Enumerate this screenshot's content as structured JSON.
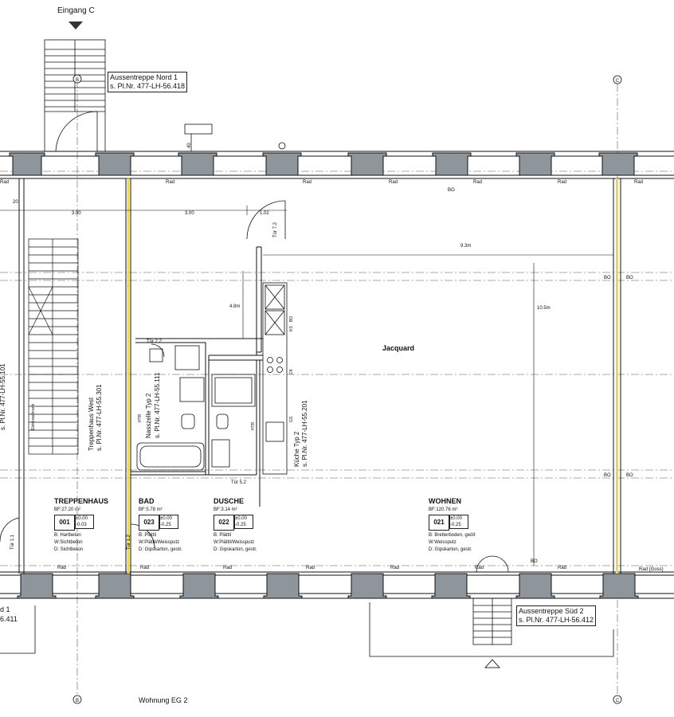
{
  "labels": {
    "entrance_top": "Eingang C",
    "stair_north_line1": "Aussentreppe Nord 1",
    "stair_north_line2": "s. Pl.Nr. 477-LH-56.418",
    "stair_south_line1": "Aussentreppe Süd 2",
    "stair_south_line2": "s. Pl.Nr. 477-LH-56.412",
    "apartment": "Wohnung EG 2",
    "jacquard": "Jacquard",
    "left_cut_1": "d 1",
    "left_cut_2": "6.411"
  },
  "axes": {
    "b": "B",
    "c": "C"
  },
  "dims": {
    "d1": "20",
    "d2": "3.00",
    "d3": "3.00",
    "d4": "1.02",
    "d5": "9.3m",
    "d6": "4.8m",
    "d7": "10.5m",
    "d8": "40"
  },
  "doors": {
    "t72": "Tür 7.2",
    "t22": "Tür 2.2",
    "t52": "Tür 5.2",
    "t11": "Tür 1.1",
    "t12": "Tür 1.2"
  },
  "vertical_labels": {
    "left_partial": "s. Pl.Nr. 477-LH-55.101",
    "treppenhaus_1": "Treppenhaus West",
    "treppenhaus_2": "s. Pl.Nr. 477-LH-55.301",
    "nass_1": "Nasszelle Typ 2",
    "nass_2": "s. Pl.Nr. 477-LH-55.111",
    "kueche_1": "Küche Typ 2",
    "kueche_2": "s. Pl.Nr. 477-LH-55.201",
    "elektro": "Elektroschrank",
    "htr1": "HTR",
    "htr2": "HTR",
    "ks": "KS",
    "gs": "GS",
    "bo": "BO",
    "ck": "CK"
  },
  "rad": {
    "r1": "Rad",
    "r2": "Rad",
    "r3": "Rad",
    "r4": "Rad",
    "r5": "Rad",
    "r6": "Rad",
    "r7": "Rad",
    "r8": "Rad",
    "r9": "Rad",
    "r10": "Rad",
    "r11": "Rad",
    "r12": "Rad",
    "r13": "Rad",
    "r14": "Rad",
    "r15": "Rad (Guss)"
  },
  "tags": {
    "bo1": "BO",
    "bo2": "BO",
    "bo3": "BO",
    "bo4": "BO",
    "bo5": "BO",
    "bo6": "BO"
  },
  "rooms": [
    {
      "name": "TREPPENHAUS",
      "bf": "BF:27.20 m²",
      "num": "001",
      "lvl1": "±0.00",
      "lvl2": "-0.03",
      "b": "B: Hartbeton",
      "w": "W:Sichtbeton",
      "d": "D: Sichtbeton"
    },
    {
      "name": "BAD",
      "bf": "BF:5.78 m²",
      "num": "023",
      "lvl1": "±0.00",
      "lvl2": "-0.25",
      "b": "B: Plättli",
      "w": "W:Plättli/Weissputz",
      "d": "D: Gipskarton, gestr."
    },
    {
      "name": "DUSCHE",
      "bf": "BF:3.14 m²",
      "num": "022",
      "lvl1": "±0.00",
      "lvl2": "-0.25",
      "b": "B: Plättli",
      "w": "W:Plättli/Weissputz",
      "d": "D: Gipskarton, gestr."
    },
    {
      "name": "WOHNEN",
      "bf": "BF:120.76 m²",
      "num": "021",
      "lvl1": "±0.00",
      "lvl2": "-0.25",
      "b": "B: Bretterboden, geölt",
      "w": "W:Weissputz",
      "d": "D: Gipskarton, gestr."
    }
  ]
}
